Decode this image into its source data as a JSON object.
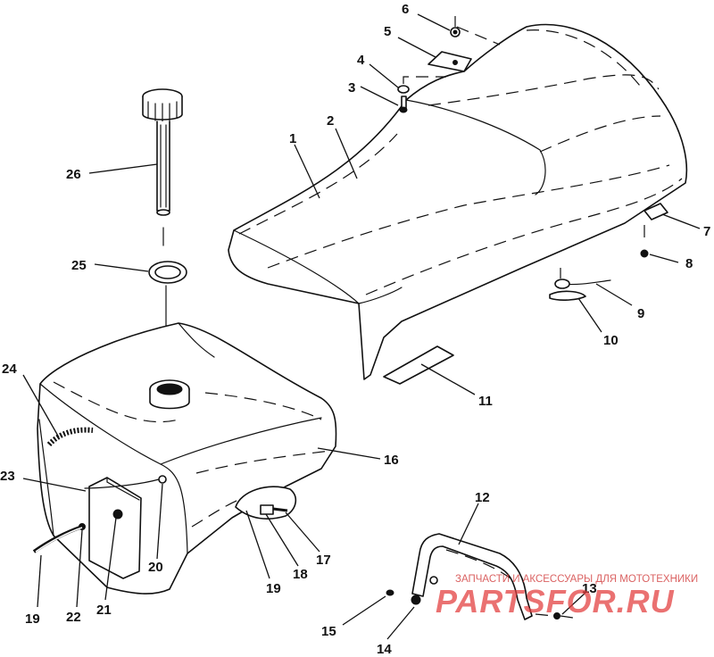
{
  "callouts": [
    {
      "id": "1",
      "label": "1"
    },
    {
      "id": "2",
      "label": "2"
    },
    {
      "id": "3",
      "label": "3"
    },
    {
      "id": "4",
      "label": "4"
    },
    {
      "id": "5",
      "label": "5"
    },
    {
      "id": "6",
      "label": "6"
    },
    {
      "id": "7",
      "label": "7"
    },
    {
      "id": "8",
      "label": "8"
    },
    {
      "id": "9",
      "label": "9"
    },
    {
      "id": "10",
      "label": "10"
    },
    {
      "id": "11",
      "label": "11"
    },
    {
      "id": "12",
      "label": "12"
    },
    {
      "id": "13",
      "label": "13"
    },
    {
      "id": "14",
      "label": "14"
    },
    {
      "id": "15",
      "label": "15"
    },
    {
      "id": "16",
      "label": "16"
    },
    {
      "id": "17",
      "label": "17"
    },
    {
      "id": "18",
      "label": "18"
    },
    {
      "id": "19a",
      "label": "19"
    },
    {
      "id": "19b",
      "label": "19"
    },
    {
      "id": "20",
      "label": "20"
    },
    {
      "id": "21",
      "label": "21"
    },
    {
      "id": "22",
      "label": "22"
    },
    {
      "id": "23",
      "label": "23"
    },
    {
      "id": "24",
      "label": "24"
    },
    {
      "id": "25",
      "label": "25"
    },
    {
      "id": "26",
      "label": "26"
    }
  ],
  "watermark": {
    "tagline": "ЗАПЧАСТИ И АКСЕССУАРЫ ДЛЯ МОТОТЕХНИКИ",
    "brand": "PARTSFOR.RU",
    "color": "#e23b3b"
  }
}
